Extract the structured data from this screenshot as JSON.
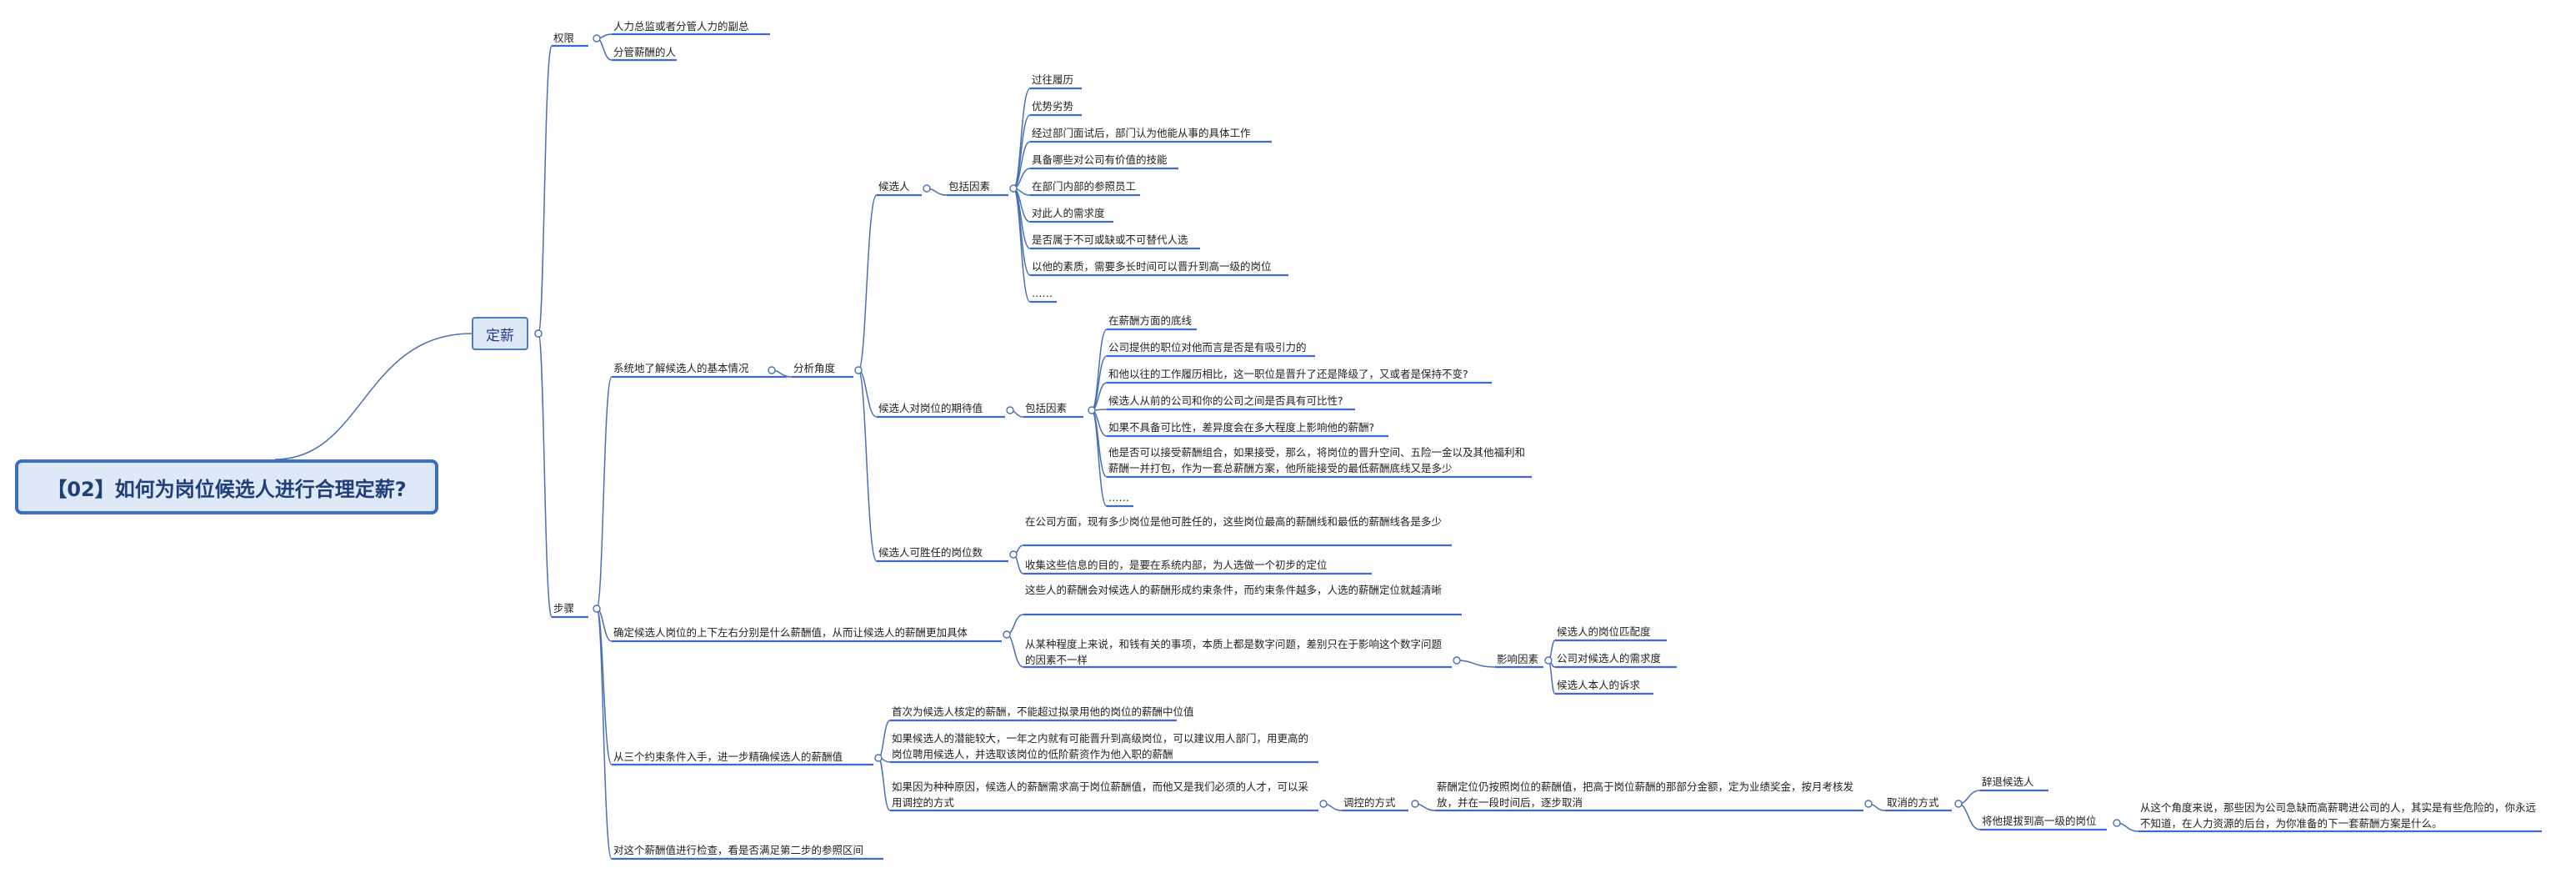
{
  "root": "【02】如何为岗位候选人进行合理定薪?",
  "main": "定薪",
  "authority": {
    "label": "权限",
    "items": [
      "人力总监或者分管人力的副总",
      "分管薪酬的人"
    ]
  },
  "steps": {
    "label": "步骤",
    "step1": {
      "label": "系统地了解候选人的基本情况",
      "angle": "分析角度",
      "candidate": {
        "label": "候选人",
        "factors_label": "包括因素",
        "factors": [
          "过往履历",
          "优势劣势",
          "经过部门面试后，部门认为他能从事的具体工作",
          "具备哪些对公司有价值的技能",
          "在部门内部的参照员工",
          "对此人的需求度",
          "是否属于不可或缺或不可替代人选",
          "以他的素质，需要多长时间可以晋升到高一级的岗位",
          "……"
        ]
      },
      "expectation": {
        "label": "候选人对岗位的期待值",
        "factors_label": "包括因素",
        "factors": [
          "在薪酬方面的底线",
          "公司提供的职位对他而言是否是有吸引力的",
          "和他以往的工作履历相比，这一职位是晋升了还是降级了，又或者是保持不变?",
          "候选人从前的公司和你的公司之间是否具有可比性?",
          "如果不具备可比性，差异度会在多大程度上影响他的薪酬?",
          "他是否可以接受薪酬组合，如果接受，那么，将岗位的晋升空间、五险一金以及其他福利和薪酬一并打包，作为一套总薪酬方案，他所能接受的最低薪酬底线又是多少",
          "……"
        ]
      },
      "competent": {
        "label": "候选人可胜任的岗位数",
        "items": [
          "在公司方面，现有多少岗位是他可胜任的，这些岗位最高的薪酬线和最低的薪酬线各是多少",
          "收集这些信息的目的，是要在系统内部，为人选做一个初步的定位"
        ]
      }
    },
    "step2": {
      "label": "确定候选人岗位的上下左右分别是什么薪酬值，从而让候选人的薪酬更加具体",
      "items": [
        "这些人的薪酬会对候选人的薪酬形成约束条件，而约束条件越多，人选的薪酬定位就越清晰",
        "从某种程度上来说，和钱有关的事项，本质上都是数字问题，差别只在于影响这个数字问题的因素不一样"
      ],
      "factors_label": "影响因素",
      "factors": [
        "候选人的岗位匹配度",
        "公司对候选人的需求度",
        "候选人本人的诉求"
      ]
    },
    "step3": {
      "label": "从三个约束条件入手，进一步精确候选人的薪酬值",
      "items": [
        "首次为候选人核定的薪酬，不能超过拟录用他的岗位的薪酬中位值",
        "如果候选人的潜能较大，一年之内就有可能晋升到高级岗位，可以建议用人部门，用更高的岗位聘用候选人，并选取该岗位的低阶薪资作为他入职的薪酬",
        "如果因为种种原因，候选人的薪酬需求高于岗位薪酬值，而他又是我们必须的人才，可以采用调控的方式"
      ],
      "control_label": "调控的方式",
      "control_text": "薪酬定位仍按照岗位的薪酬值，把高于岗位薪酬的那部分金额，定为业绩奖金，按月考核发放，并在一段时间后，逐步取消",
      "cancel_label": "取消的方式",
      "cancel_items": [
        "辞退候选人",
        "将他提拔到高一级的岗位"
      ],
      "cancel_note": "从这个角度来说，那些因为公司急缺而高薪聘进公司的人，其实是有些危险的，你永远不知道，在人力资源的后台，为你准备的下一套薪酬方案是什么。"
    },
    "step4": {
      "label": "对这个薪酬值进行检查，看是否满足第二步的参照区间"
    }
  }
}
